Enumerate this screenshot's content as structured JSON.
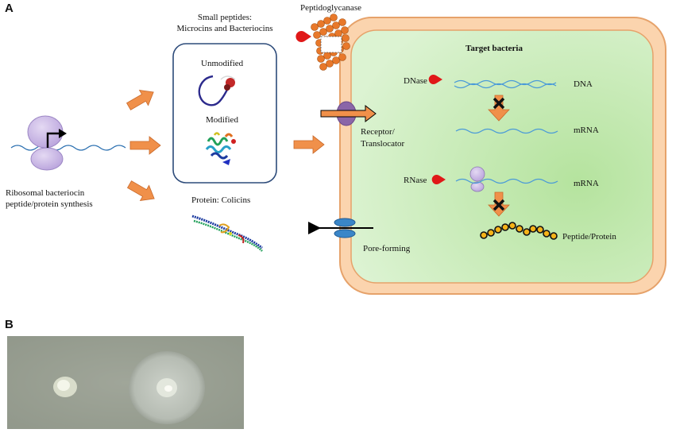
{
  "panel_a": {
    "label": "A",
    "small_peptides_title": "Small peptides:",
    "small_peptides_subtitle": "Microcins and Bacteriocins",
    "unmodified": "Unmodified",
    "modified": "Modified",
    "protein_colicins": "Protein: Colicins",
    "synthesis_line1": "Ribosomal bacteriocin",
    "synthesis_line2": "peptide/protein synthesis",
    "peptidoglycanase": "Peptidoglycanase",
    "target_bacteria": "Target bacteria",
    "dnase": "DNase",
    "dna": "DNA",
    "mrna_top": "mRNA",
    "receptor_line1": "Receptor/",
    "receptor_line2": "Translocator",
    "rnase": "RNase",
    "mrna_bottom": "mRNA",
    "peptide_protein": "Peptide/Protein",
    "pore_forming": "Pore-forming"
  },
  "panel_b": {
    "label": "B"
  },
  "colors": {
    "arrow_orange": "#f0904a",
    "cell_outer": "#fbd7b4",
    "cell_inner": "#cdeec0",
    "ribosome_purple": "#c9b6e4",
    "enzyme_red": "#e02020",
    "bead_yellow": "#f5b318"
  }
}
